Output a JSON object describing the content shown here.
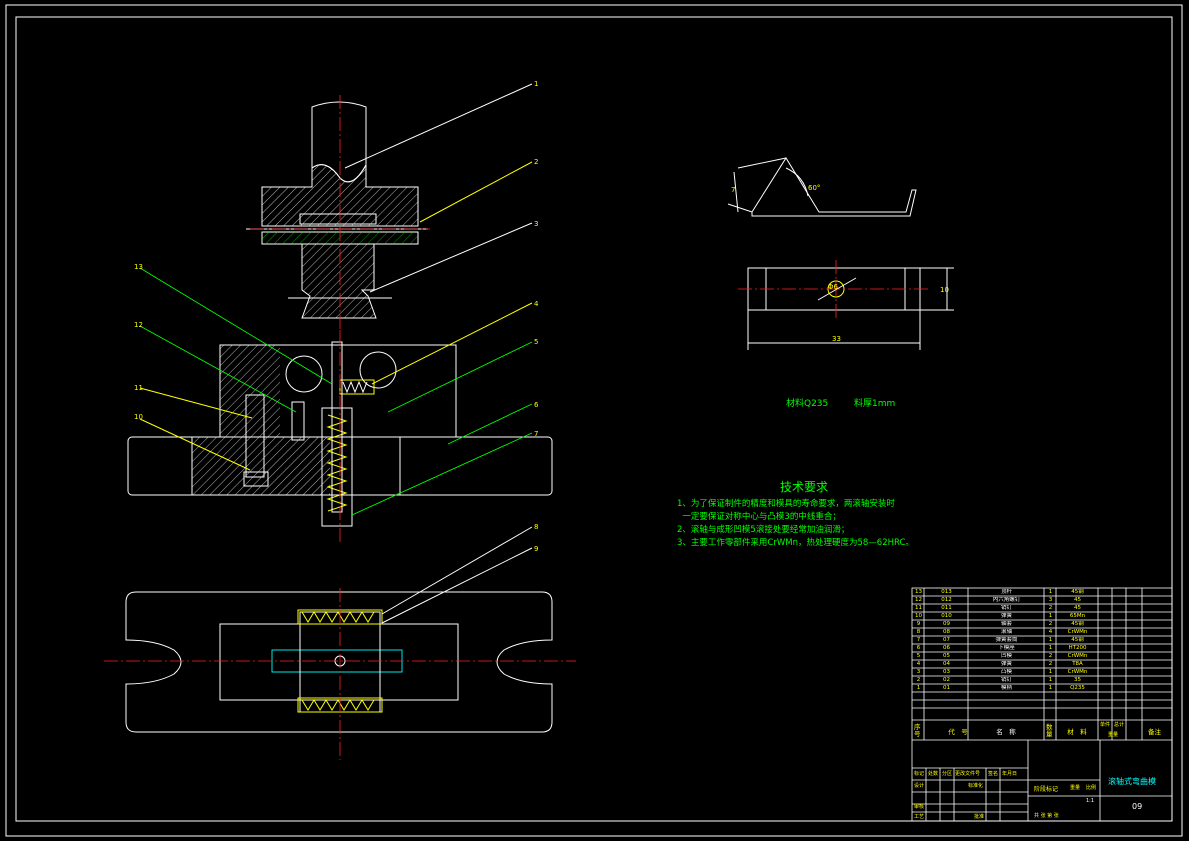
{
  "balloons": [
    "1",
    "2",
    "3",
    "4",
    "5",
    "6",
    "7",
    "8",
    "9",
    "10",
    "11",
    "12",
    "13"
  ],
  "part_view": {
    "angle_label": "60°",
    "height_label": "7",
    "diameter_label": "Φ6",
    "width_label": "10",
    "length_label": "33"
  },
  "material_line": {
    "material": "材料Q235",
    "thickness": "料厚1mm"
  },
  "tech_req": {
    "title": "技术要求",
    "lines": [
      "1、为了保证制件的精度和模具的寿命要求，两滚轴安装时",
      "  一定要保证对称中心与凸模3的中线重合；",
      "2、滚轴与成形凹模5滚接处要经常加油润滑；",
      "3、主要工作零部件采用CrWMn，热处理硬度为58—62HRC。"
    ]
  },
  "bom": {
    "rows": [
      {
        "no": "13",
        "code": "013",
        "name": "顶杆",
        "qty": "1",
        "mat": "45钢"
      },
      {
        "no": "12",
        "code": "012",
        "name": "内六角螺钉",
        "qty": "3",
        "mat": "45"
      },
      {
        "no": "11",
        "code": "011",
        "name": "销钉",
        "qty": "2",
        "mat": "45"
      },
      {
        "no": "10",
        "code": "010",
        "name": "弹簧",
        "qty": "1",
        "mat": "65Mn"
      },
      {
        "no": "9",
        "code": "09",
        "name": "轴套",
        "qty": "2",
        "mat": "45钢"
      },
      {
        "no": "8",
        "code": "08",
        "name": "滚轴",
        "qty": "4",
        "mat": "CrWMn"
      },
      {
        "no": "7",
        "code": "07",
        "name": "弹簧套筒",
        "qty": "1",
        "mat": "45钢"
      },
      {
        "no": "6",
        "code": "06",
        "name": "下模座",
        "qty": "1",
        "mat": "HT200"
      },
      {
        "no": "5",
        "code": "05",
        "name": "凹模",
        "qty": "2",
        "mat": "CrWMn"
      },
      {
        "no": "4",
        "code": "04",
        "name": "弹簧",
        "qty": "2",
        "mat": "T8A"
      },
      {
        "no": "3",
        "code": "03",
        "name": "凸模",
        "qty": "1",
        "mat": "CrWMn"
      },
      {
        "no": "2",
        "code": "02",
        "name": "销钉",
        "qty": "1",
        "mat": "35"
      },
      {
        "no": "1",
        "code": "01",
        "name": "模柄",
        "qty": "1",
        "mat": "Q235"
      }
    ],
    "header": {
      "no": "序号",
      "code": "代　号",
      "name": "名　称",
      "qty": "数量",
      "mat": "材　料",
      "weight1": "单件",
      "weight2": "总计",
      "weight_label": "重量",
      "remark": "备注"
    }
  },
  "title_block": {
    "drawing_title": "滚轴式弯曲模",
    "drawing_no": "09",
    "stage_label": "阶段标记",
    "weight_label": "重量",
    "scale_label": "比例",
    "scale_value": "1:1",
    "sheet_label": "共 张 第 张",
    "labels": [
      "标记",
      "处数",
      "分区",
      "更改文件号",
      "签名",
      "年月日",
      "设计",
      "标准化",
      "审核",
      "工艺",
      "批准"
    ]
  }
}
